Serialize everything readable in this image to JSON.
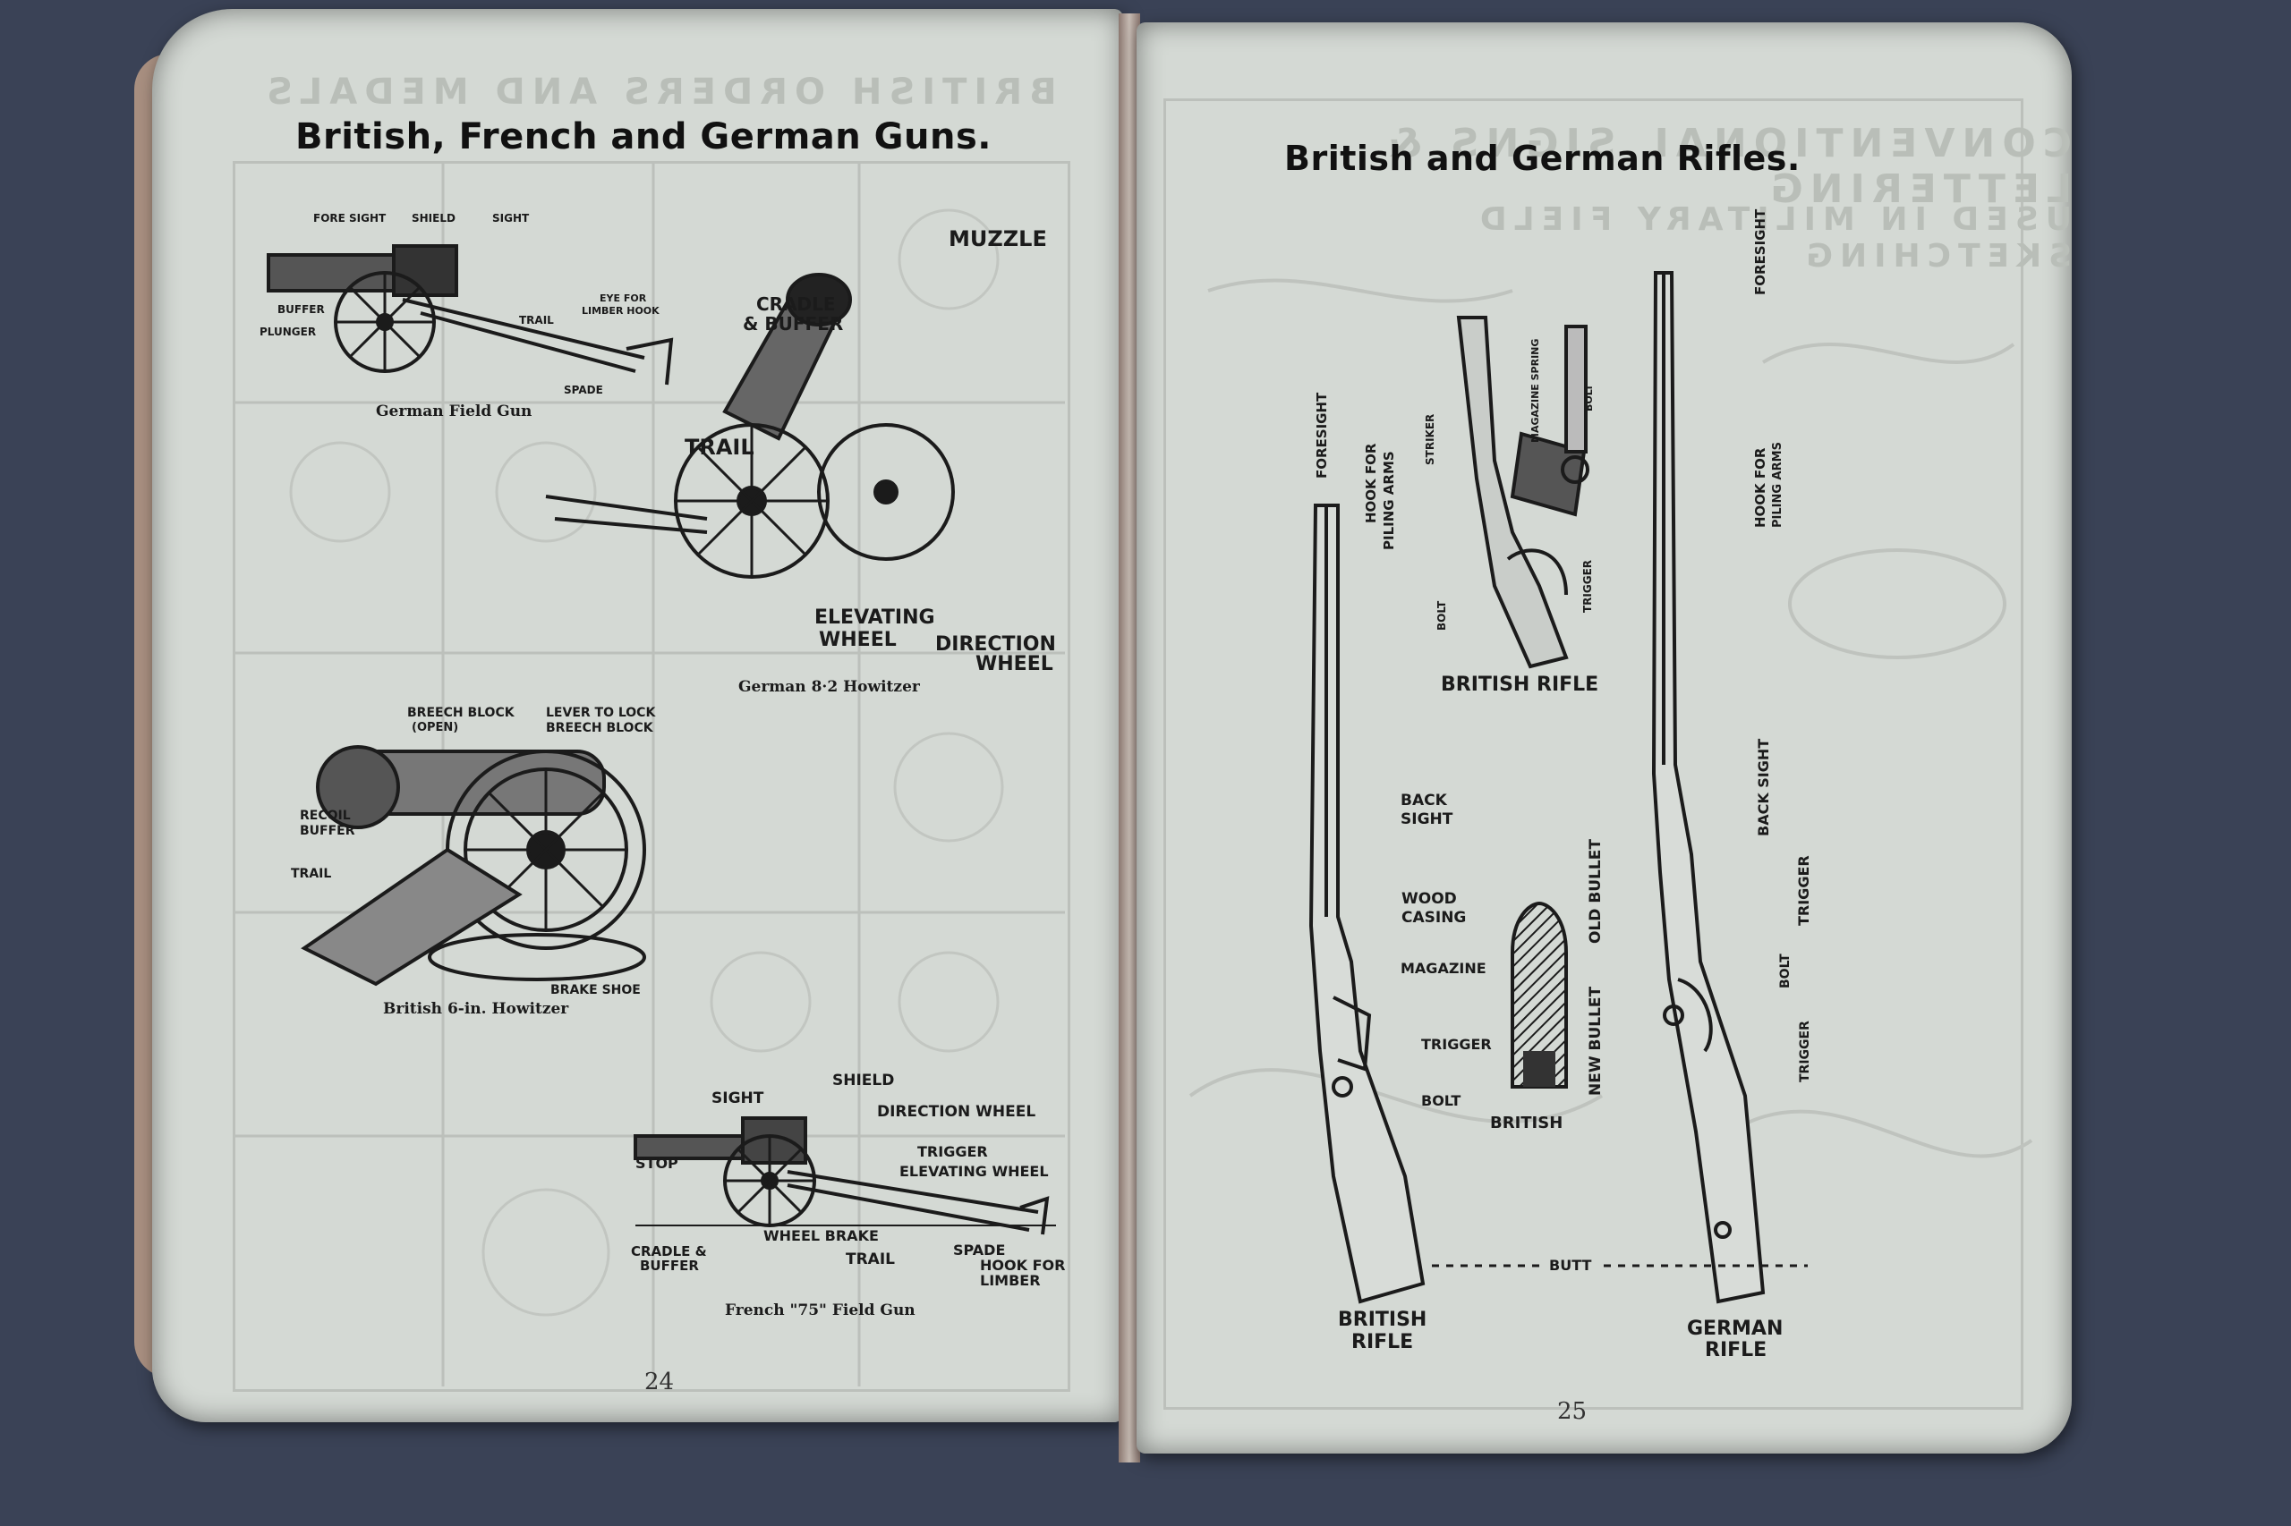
{
  "left_page": {
    "title": "British, French and German Guns.",
    "ghost_heading": "BRITISH ORDERS AND MEDALS",
    "page_number": "24",
    "german_field_gun": {
      "caption": "German Field Gun",
      "labels": {
        "fore_sight": "FORE SIGHT",
        "shield": "SHIELD",
        "sight": "SIGHT",
        "buffer": "BUFFER",
        "plunger": "PLUNGER",
        "trail": "TRAIL",
        "eye_line1": "EYE FOR",
        "eye_line2": "LIMBER HOOK",
        "spade": "SPADE"
      }
    },
    "german_howitzer": {
      "caption": "German 8·2 Howitzer",
      "labels": {
        "muzzle": "MUZZLE",
        "cradle_line1": "CRADLE",
        "cradle_line2": "& BUFFER",
        "trail": "TRAIL",
        "elevating_line1": "ELEVATING",
        "elevating_line2": "WHEEL",
        "direction_line1": "DIRECTION",
        "direction_line2": "WHEEL"
      }
    },
    "british_howitzer": {
      "caption": "British 6-in. Howitzer",
      "labels": {
        "breech_line1": "BREECH BLOCK",
        "breech_line2": "(OPEN)",
        "lever_line1": "LEVER TO LOCK",
        "lever_line2": "BREECH BLOCK",
        "recoil_line1": "RECOIL",
        "recoil_line2": "BUFFER",
        "trail": "TRAIL",
        "brake_shoe": "BRAKE SHOE"
      }
    },
    "french_gun": {
      "caption": "French \"75\" Field Gun",
      "labels": {
        "shield": "SHIELD",
        "sight": "SIGHT",
        "direction_wheel": "DIRECTION WHEEL",
        "trigger": "TRIGGER",
        "elevating_wheel": "ELEVATING WHEEL",
        "stop": "STOP",
        "wheel_brake": "WHEEL BRAKE",
        "cradle_line1": "CRADLE &",
        "cradle_line2": "BUFFER",
        "trail": "TRAIL",
        "spade": "SPADE",
        "hook_line1": "HOOK FOR",
        "hook_line2": "LIMBER"
      }
    }
  },
  "right_page": {
    "title": "British and German Rifles.",
    "ghost_heading": "CONVENTIONAL SIGNS & LETTERING",
    "ghost_subheading": "USED IN MILITARY FIELD SKETCHING",
    "page_number": "25",
    "british_rifle": {
      "caption_line1": "BRITISH",
      "caption_line2": "RIFLE",
      "labels": {
        "foresight": "FORESIGHT",
        "hook_line1": "HOOK FOR",
        "hook_line2": "PILING ARMS",
        "back_sight_line1": "BACK",
        "back_sight_line2": "SIGHT",
        "wood_line1": "WOOD",
        "wood_line2": "CASING",
        "magazine": "MAGAZINE",
        "trigger": "TRIGGER",
        "bolt": "BOLT"
      }
    },
    "bolt_detail": {
      "caption": "BRITISH RIFLE",
      "labels": {
        "striker": "STRIKER",
        "magazine_spring": "MAGAZINE SPRING",
        "bolt_top": "BOLT",
        "trigger": "TRIGGER",
        "bolt": "BOLT"
      }
    },
    "bullet": {
      "caption": "BRITISH",
      "labels": {
        "old_bullet": "OLD BULLET",
        "new_bullet": "NEW BULLET"
      }
    },
    "german_rifle": {
      "caption_line1": "GERMAN",
      "caption_line2": "RIFLE",
      "labels": {
        "foresight": "FORESIGHT",
        "hook_line1": "HOOK FOR",
        "hook_line2": "PILING ARMS",
        "back_sight": "BACK SIGHT",
        "trigger": "TRIGGER",
        "bolt": "BOLT",
        "trigger2": "TRIGGER"
      }
    },
    "butt_label": "BUTT"
  }
}
